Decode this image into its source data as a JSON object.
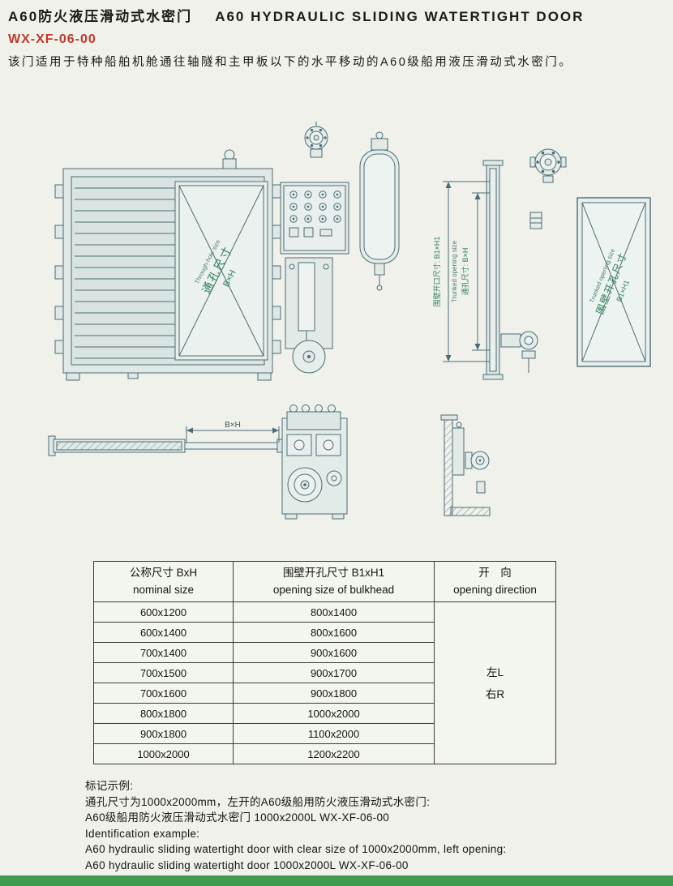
{
  "header": {
    "title_cn": "A60防火液压滑动式水密门",
    "title_en": "A60 HYDRAULIC SLIDING WATERTIGHT DOOR",
    "model": "WX-XF-06-00",
    "description": "该门适用于特种船舶机舱通往轴隧和主甲板以下的水平移动的A60级船用液压滑动式水密门。"
  },
  "drawing": {
    "through_hole_cn": "通孔尺寸",
    "through_hole_en": "Through-hole size",
    "bxh": "B×H",
    "dim_trunk_cn": "围壁开口尺寸: B1×H1",
    "dim_trunk_en": "Trunked opening size",
    "dim_through_cn": "通孔尺寸: B×H",
    "panel_cn": "围壁开孔尺寸",
    "panel_en": "Trunked opening size",
    "panel_size": "B1×H1",
    "plan_dim": "B×H"
  },
  "table": {
    "headers": {
      "nominal_cn": "公称尺寸 BxH",
      "nominal_en": "nominal size",
      "opening_cn": "围壁开孔尺寸 B1xH1",
      "opening_en": "opening size of bulkhead",
      "direction_cn": "开　向",
      "direction_en": "opening direction"
    },
    "rows": [
      {
        "nominal": "600x1200",
        "opening": "800x1400"
      },
      {
        "nominal": "600x1400",
        "opening": "800x1600"
      },
      {
        "nominal": "700x1400",
        "opening": "900x1600"
      },
      {
        "nominal": "700x1500",
        "opening": "900x1700"
      },
      {
        "nominal": "700x1600",
        "opening": "900x1800"
      },
      {
        "nominal": "800x1800",
        "opening": "1000x2000"
      },
      {
        "nominal": "900x1800",
        "opening": "1100x2000"
      },
      {
        "nominal": "1000x2000",
        "opening": "1200x2200"
      }
    ],
    "direction_left": "左L",
    "direction_right": "右R"
  },
  "footer": {
    "line1": "标记示例:",
    "line2": "通孔尺寸为1000x2000mm，左开的A60级船用防火液压滑动式水密门:",
    "line3": "A60级船用防火液压滑动式水密门 1000x2000L WX-XF-06-00",
    "line4": "Identification example:",
    "line5": "A60 hydraulic sliding watertight door with clear size of 1000x2000mm, left opening:",
    "line6": "A60 hydraulic sliding watertight door 1000x2000L WX-XF-06-00"
  },
  "colors": {
    "model_red": "#c0392b",
    "accent_green": "#3f9b4d",
    "drawing_line": "#4d6b74",
    "drawing_text_green": "#2f8257"
  }
}
